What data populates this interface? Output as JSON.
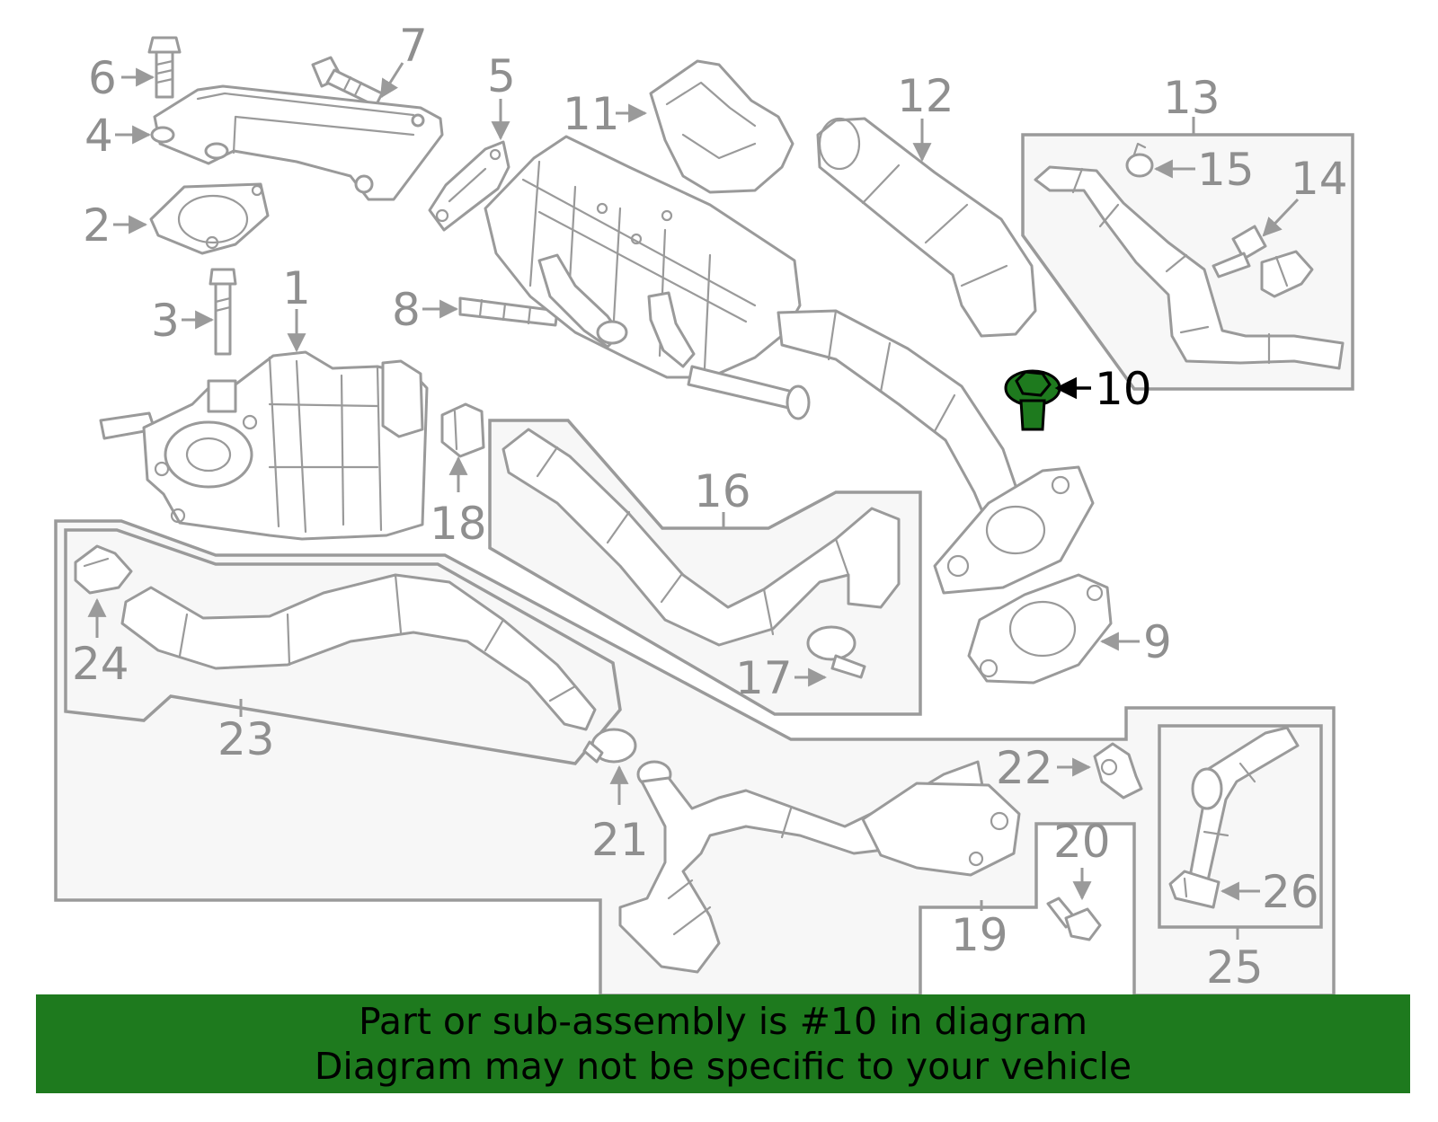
{
  "diagram": {
    "highlighted_part": "10",
    "highlight_color": "#1e7a1e",
    "line_color": "#9a9a9a",
    "callouts": [
      "1",
      "2",
      "3",
      "4",
      "5",
      "6",
      "7",
      "8",
      "9",
      "10",
      "11",
      "12",
      "13",
      "14",
      "15",
      "16",
      "17",
      "18",
      "19",
      "20",
      "21",
      "22",
      "23",
      "24",
      "25",
      "26"
    ]
  },
  "banner": {
    "line1": "Part or sub-assembly is #10 in diagram",
    "line2": "Diagram may not be specific to your vehicle",
    "background": "#1e7a1e"
  }
}
